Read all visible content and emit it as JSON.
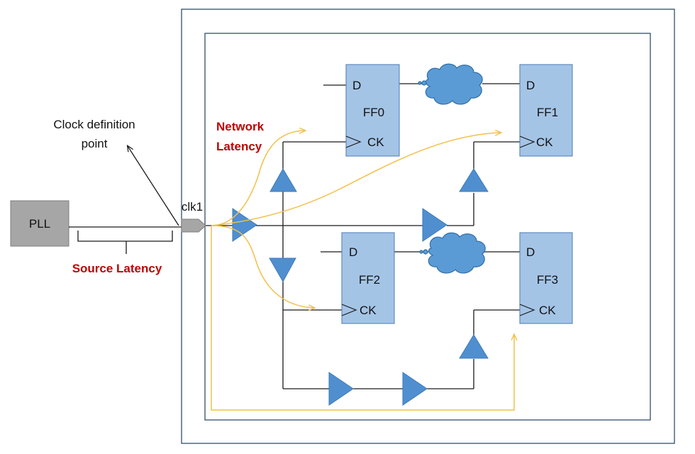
{
  "blocks": {
    "pll": "PLL",
    "ff0": "FF0",
    "ff1": "FF1",
    "ff2": "FF2",
    "ff3": "FF3"
  },
  "pins": {
    "d": "D",
    "ck": "CK"
  },
  "labels": {
    "clock_definition_line1": "Clock definition",
    "clock_definition_line2": "point",
    "clk1": "clk1",
    "network_latency_line1": "Network",
    "network_latency_line2": "Latency",
    "source_latency": "Source Latency"
  },
  "colors": {
    "buffer": "#4f8fd0",
    "flip_flop": "#a4c4e6",
    "pll": "#a6a6a6",
    "latency_path": "#f2c049",
    "latency_text": "#c00000",
    "border": "#2f4e6e"
  }
}
